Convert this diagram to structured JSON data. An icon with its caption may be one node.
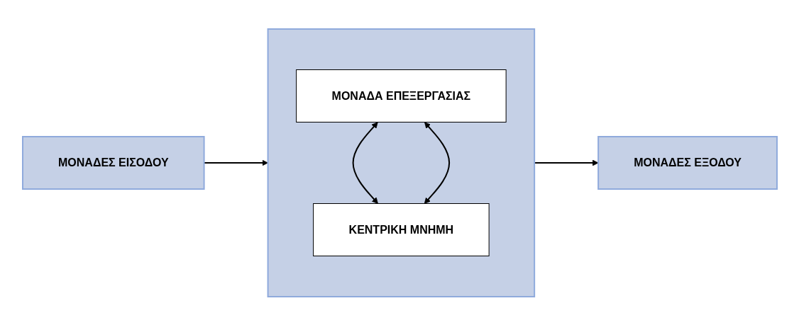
{
  "diagram": {
    "nodes": [
      {
        "text": [
          "ΜΟΝΑΔΕΣ ΕΙΣΟΔΟΥ"
        ]
      },
      {
        "text": [],
        "shape": "box"
      },
      {
        "text": [
          "ΜΟΝΑΔΑ ΕΠΕΞΕΡΓΑΣΙΑΣ"
        ],
        "in": 1
      },
      {
        "text": [
          "ΚΕΝΤΡΙΚΗ ΜΝΗΜΗ"
        ],
        "in": 1
      },
      {
        "text": [
          "ΜΟΝΑΔΕΣ ΕΞΟΔΟΥ"
        ]
      }
    ],
    "edges": [
      {
        "from": 0,
        "to": 1,
        "arrow": "to"
      },
      {
        "from": 2,
        "to": 3,
        "arrow": "both"
      },
      {
        "from": 2,
        "to": 3,
        "arrow": "both"
      },
      {
        "from": 1,
        "to": 4,
        "arrow": "to"
      }
    ]
  }
}
